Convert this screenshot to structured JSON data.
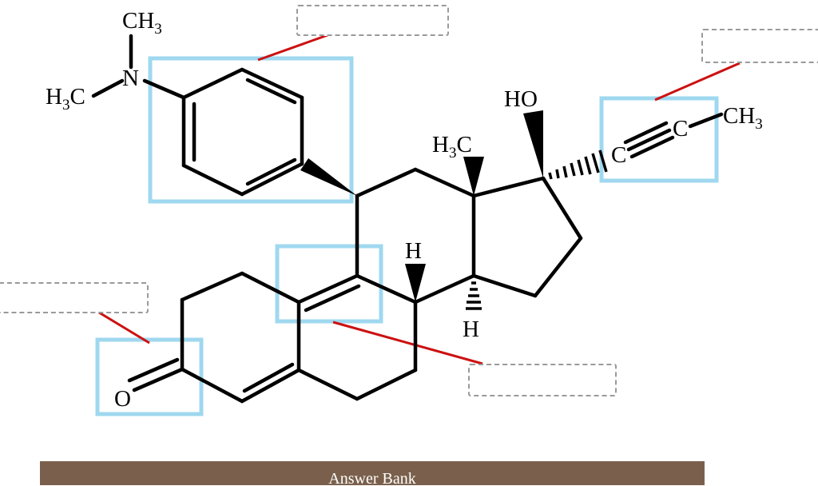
{
  "molecule": {
    "atoms": {
      "n": "N",
      "c_methyl_top": "CH",
      "c_methyl_top_sub": "3",
      "c_methyl_left": "H",
      "c_methyl_left_sub": "3",
      "c_methyl_left_c": "C",
      "oxygen": "O",
      "hydroxyl": "HO",
      "angular_methyl_h": "H",
      "angular_methyl_sub": "3",
      "angular_methyl_c": "C",
      "h_c8": "H",
      "h_c14": "H",
      "alkyne_c1": "C",
      "alkyne_c2": "C",
      "alkyne_ch": "CH",
      "alkyne_ch_sub": "3"
    }
  },
  "highlight_color": "#9fd8ef",
  "leader_color": "#cc1111",
  "answer_bank": {
    "label": "Answer Bank"
  }
}
